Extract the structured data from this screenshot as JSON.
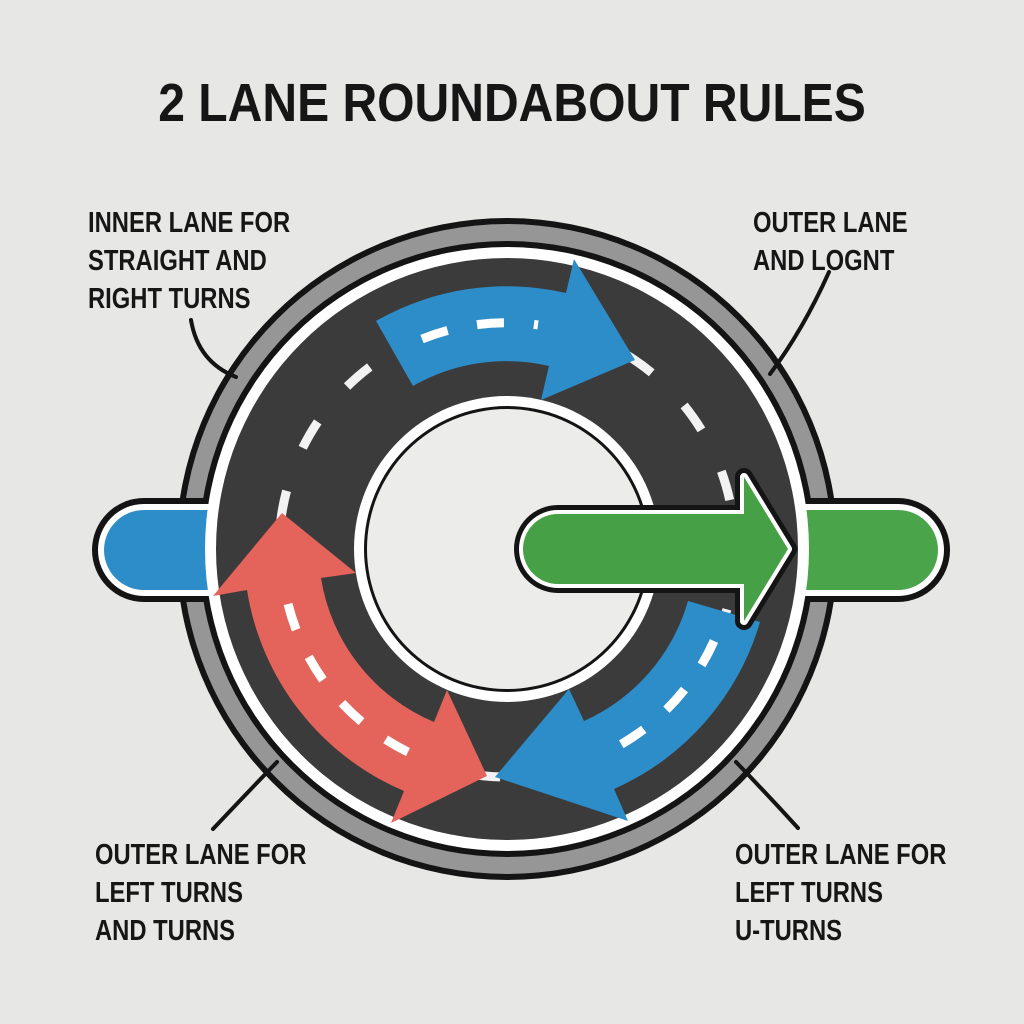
{
  "title": "2 LANE ROUNDABOUT RULES",
  "labels": {
    "top_left": "INNER LANE FOR\nSTRAIGHT AND\nRIGHT TURNS",
    "top_right": "OUTER LANE\nAND LOGNT",
    "bottom_left": "OUTER LANE FOR\nLEFT TURNS\nAND TURNS",
    "bottom_right": "OUTER LANE FOR\nLEFT TURNS\nU-TURNS"
  },
  "colors": {
    "background": "#e7e7e6",
    "island": "#ececeb",
    "asphalt": "#3b3b3b",
    "rim_gray": "#969696",
    "outline_black": "#141414",
    "marking_white": "#f2f2f2",
    "arrow_blue": "#2d8dc8",
    "arrow_red": "#e4635a",
    "arrow_green": "#46a146",
    "stub_blue": "#2d8dc8",
    "stub_green": "#4aa44a",
    "text": "#161616"
  },
  "diagram": {
    "type": "two-lane-roundabout",
    "lanes": 2,
    "arrows": [
      {
        "id": "top-curved-arrow",
        "color_key": "arrow_blue",
        "shape": "curved",
        "direction": "clockwise",
        "dashed_center_line": true
      },
      {
        "id": "bottom-left-curved-arrow",
        "color_key": "arrow_red",
        "shape": "curved-double-headed",
        "direction": "bidirectional",
        "dashed_center_line": true
      },
      {
        "id": "bottom-right-curved-arrow",
        "color_key": "arrow_blue",
        "shape": "curved",
        "direction": "clockwise",
        "dashed_center_line": true
      },
      {
        "id": "straight-through-arrow",
        "color_key": "arrow_green",
        "shape": "straight",
        "direction": "right",
        "dashed_center_line": false
      }
    ],
    "road_stubs": [
      {
        "id": "left-entry-stub",
        "color_key": "stub_blue",
        "side": "west"
      },
      {
        "id": "right-exit-stub",
        "color_key": "stub_green",
        "side": "east"
      }
    ],
    "leader_lines": 4
  }
}
